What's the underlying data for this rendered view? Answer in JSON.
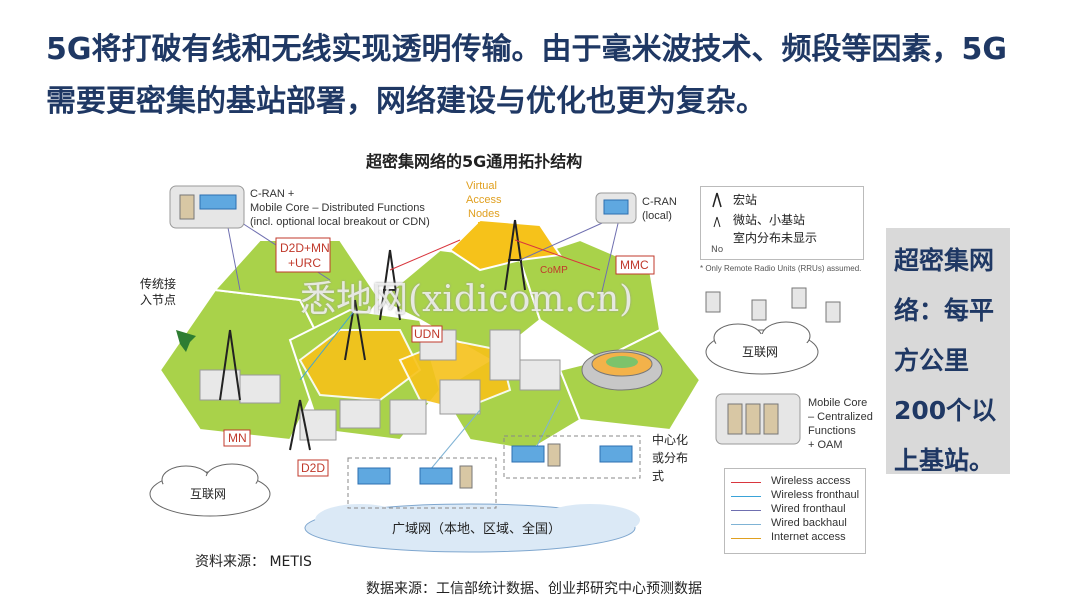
{
  "heading": {
    "line1": "5G将打破有线和无线实现透明传输。由于毫米波技术、频段等因素，5G",
    "line2": "需要更密集的基站部署，网络建设与优化也更为复杂。"
  },
  "diagram": {
    "title": "超密集网络的5G通用拓扑结构",
    "labels": {
      "cran_distributed": [
        "C-RAN +",
        "Mobile Core – Distributed Functions",
        "(incl. optional local breakout or CDN)"
      ],
      "virtual_access": [
        "Virtual",
        "Access",
        "Nodes"
      ],
      "cran_local": [
        "C-RAN",
        "(local)"
      ],
      "d2d_mn": [
        "D2D+MN",
        "+URC"
      ],
      "mmc": "MMC",
      "comp": "CoMP",
      "udn": "UDN",
      "mn": "MN",
      "d2d": "D2D",
      "traditional_node": [
        "传统接",
        "入节点"
      ],
      "internet_right": "互联网",
      "internet_left": "互联网",
      "wan": "广域网（本地、区域、全国）",
      "central_or_distributed": [
        "中心化",
        "或分布",
        "式"
      ],
      "mobile_core_centralized": [
        "Mobile Core",
        "– Centralized",
        "Functions",
        "+ OAM"
      ]
    },
    "key": {
      "macro": "宏站",
      "micro_small": "微站、小基站",
      "indoor": "室内分布未显示",
      "no": "No",
      "note": "* Only Remote Radio Units (RRUs) assumed."
    },
    "legend": [
      {
        "label": "Wireless access",
        "color": "#d9363e",
        "style": "arrow"
      },
      {
        "label": "Wireless fronthaul",
        "color": "#3aa3d8",
        "style": "arrow"
      },
      {
        "label": "Wired fronthaul",
        "color": "#6f6fb0",
        "style": "line"
      },
      {
        "label": "Wired backhaul",
        "color": "#7fb3d5",
        "style": "line"
      },
      {
        "label": "Internet access",
        "color": "#e0a020",
        "style": "line"
      }
    ],
    "watermark": "悉地网(xidicom.cn)"
  },
  "sidebar": {
    "lines": [
      "超密集网",
      "络：每平",
      "方公里",
      "200个以",
      "上基站。"
    ]
  },
  "sources": {
    "diagram_source": "资料来源： METIS",
    "data_source": "数据来源：工信部统计数据、创业邦研究中心预测数据"
  },
  "colors": {
    "heading": "#1f3864",
    "hex_green": "#a9d24a",
    "hex_yellow": "#f6c21a",
    "tag_red": "#c0392b",
    "cloud": "#dbe9f6"
  }
}
